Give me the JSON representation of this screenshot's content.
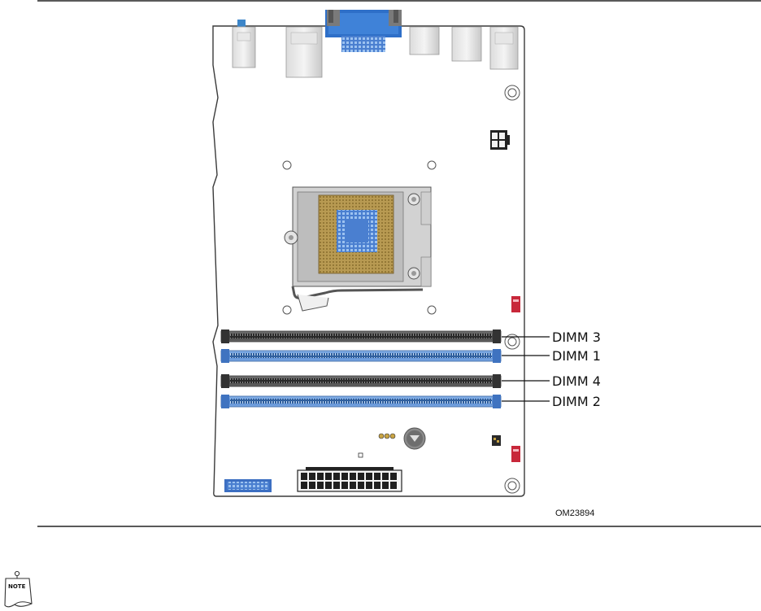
{
  "diagram": {
    "callouts": [
      {
        "id": "dimm3",
        "label": "DIMM 3"
      },
      {
        "id": "dimm1",
        "label": "DIMM 1"
      },
      {
        "id": "dimm4",
        "label": "DIMM 4"
      },
      {
        "id": "dimm2",
        "label": "DIMM 2"
      }
    ],
    "figure_id": "OM23894"
  },
  "note_icon": {
    "text": "NOTE"
  },
  "colors": {
    "board": "#ffffff",
    "outline": "#3a3a3a",
    "dimm_dark": "#4a4a4a",
    "dimm_blue": "#5a8fd8",
    "vga_blue": "#2e6fc8",
    "connector_red": "#c8283a",
    "socket_gold": "#a88a3a"
  }
}
